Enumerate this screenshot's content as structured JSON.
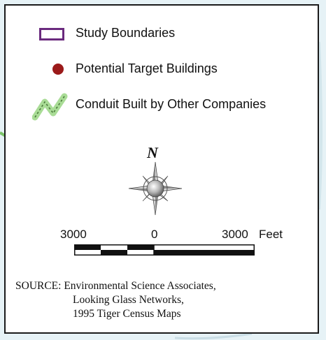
{
  "legend": {
    "items": [
      {
        "label": "Study Boundaries",
        "symbol": "study-boundary-swatch",
        "color": "#6a2a7e"
      },
      {
        "label": "Potential Target Buildings",
        "symbol": "target-building-dot",
        "color": "#9b1a1a"
      },
      {
        "label": "Conduit Built by Other Companies",
        "symbol": "conduit-line-swatch",
        "color": "#8fd07a"
      }
    ]
  },
  "north_arrow": {
    "letter": "N"
  },
  "scale_bar": {
    "left_label": "3000",
    "center_label": "0",
    "right_label": "3000",
    "unit_label": "Feet"
  },
  "source": {
    "line1": "SOURCE: Environmental Science Associates,",
    "line2": "Looking Glass Networks,",
    "line3": "1995 Tiger Census Maps"
  }
}
